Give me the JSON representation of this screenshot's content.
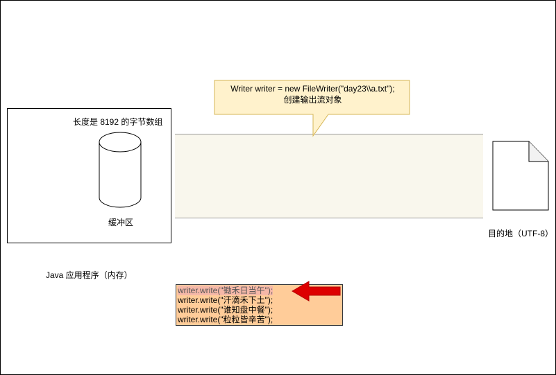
{
  "callout": {
    "line1": "Writer writer = new FileWriter(\"day23\\\\a.txt\");",
    "line2": "创建输出流对象"
  },
  "memory": {
    "array_label": "长度是 8192 的字节数组",
    "buffer_label": "缓冲区",
    "app_label": "Java 应用程序（内存）"
  },
  "destination": {
    "label": "目的地（UTF-8）",
    "icon": "file-icon"
  },
  "code": {
    "lines": [
      "writer.write(\"锄禾日当午\");",
      "writer.write(\"汗滴禾下土\");",
      "writer.write(\"谁知盘中餐\");",
      "writer.write(\"粒粒皆辛苦\");"
    ]
  },
  "colors": {
    "stream_fill": "#f9f7ed",
    "callout_fill": "#fff2cc",
    "callout_stroke": "#d6b656",
    "code_fill": "#ffcc99",
    "highlight_fill": "#f5b8a8",
    "arrow_fill": "#dd0000"
  }
}
